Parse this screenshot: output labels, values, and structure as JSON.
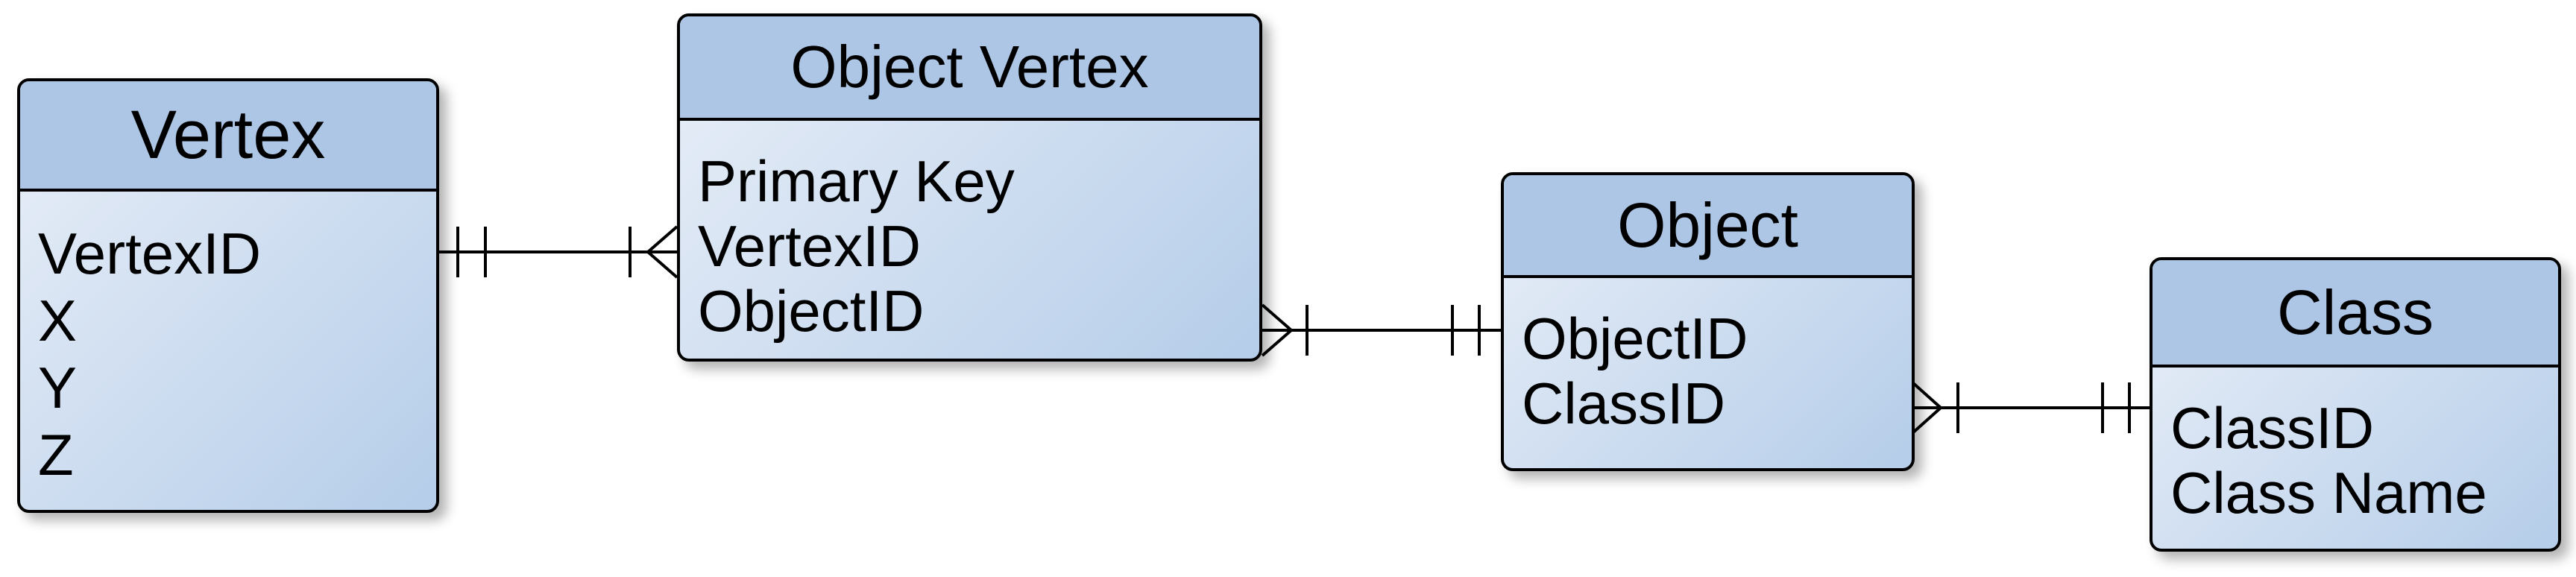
{
  "diagram": {
    "type": "entity-relationship-diagram",
    "notation": "crow's foot",
    "background_color": "#ffffff",
    "colors": {
      "title_fill": "#adc6e5",
      "body_gradient_light": "#e9eff8",
      "body_gradient_dark": "#b5cde9",
      "border": "#000000",
      "connector": "#000000",
      "text": "#000000"
    }
  },
  "entities": [
    {
      "title": "Vertex",
      "fields": [
        "VertexID",
        "X",
        "Y",
        "Z"
      ]
    },
    {
      "title": "Object Vertex",
      "fields": [
        "Primary Key",
        "VertexID",
        "ObjectID"
      ]
    },
    {
      "title": "Object",
      "fields": [
        "ObjectID",
        "ClassID"
      ]
    },
    {
      "title": "Class",
      "fields": [
        "ClassID",
        "Class Name"
      ]
    }
  ],
  "relationships": [
    {
      "from": "Vertex",
      "to": "Object Vertex",
      "from_field": "VertexID",
      "to_field": "VertexID",
      "from_cardinality": "one and only one (||)",
      "to_cardinality": "one or many (crow's foot + bar)"
    },
    {
      "from": "Object Vertex",
      "to": "Object",
      "from_field": "ObjectID",
      "to_field": "ObjectID",
      "from_cardinality": "one or many (crow's foot + bar)",
      "to_cardinality": "one and only one (||)"
    },
    {
      "from": "Object",
      "to": "Class",
      "from_field": "ClassID",
      "to_field": "ClassID",
      "from_cardinality": "one or many (crow's foot + bar)",
      "to_cardinality": "one and only one (||)"
    }
  ]
}
